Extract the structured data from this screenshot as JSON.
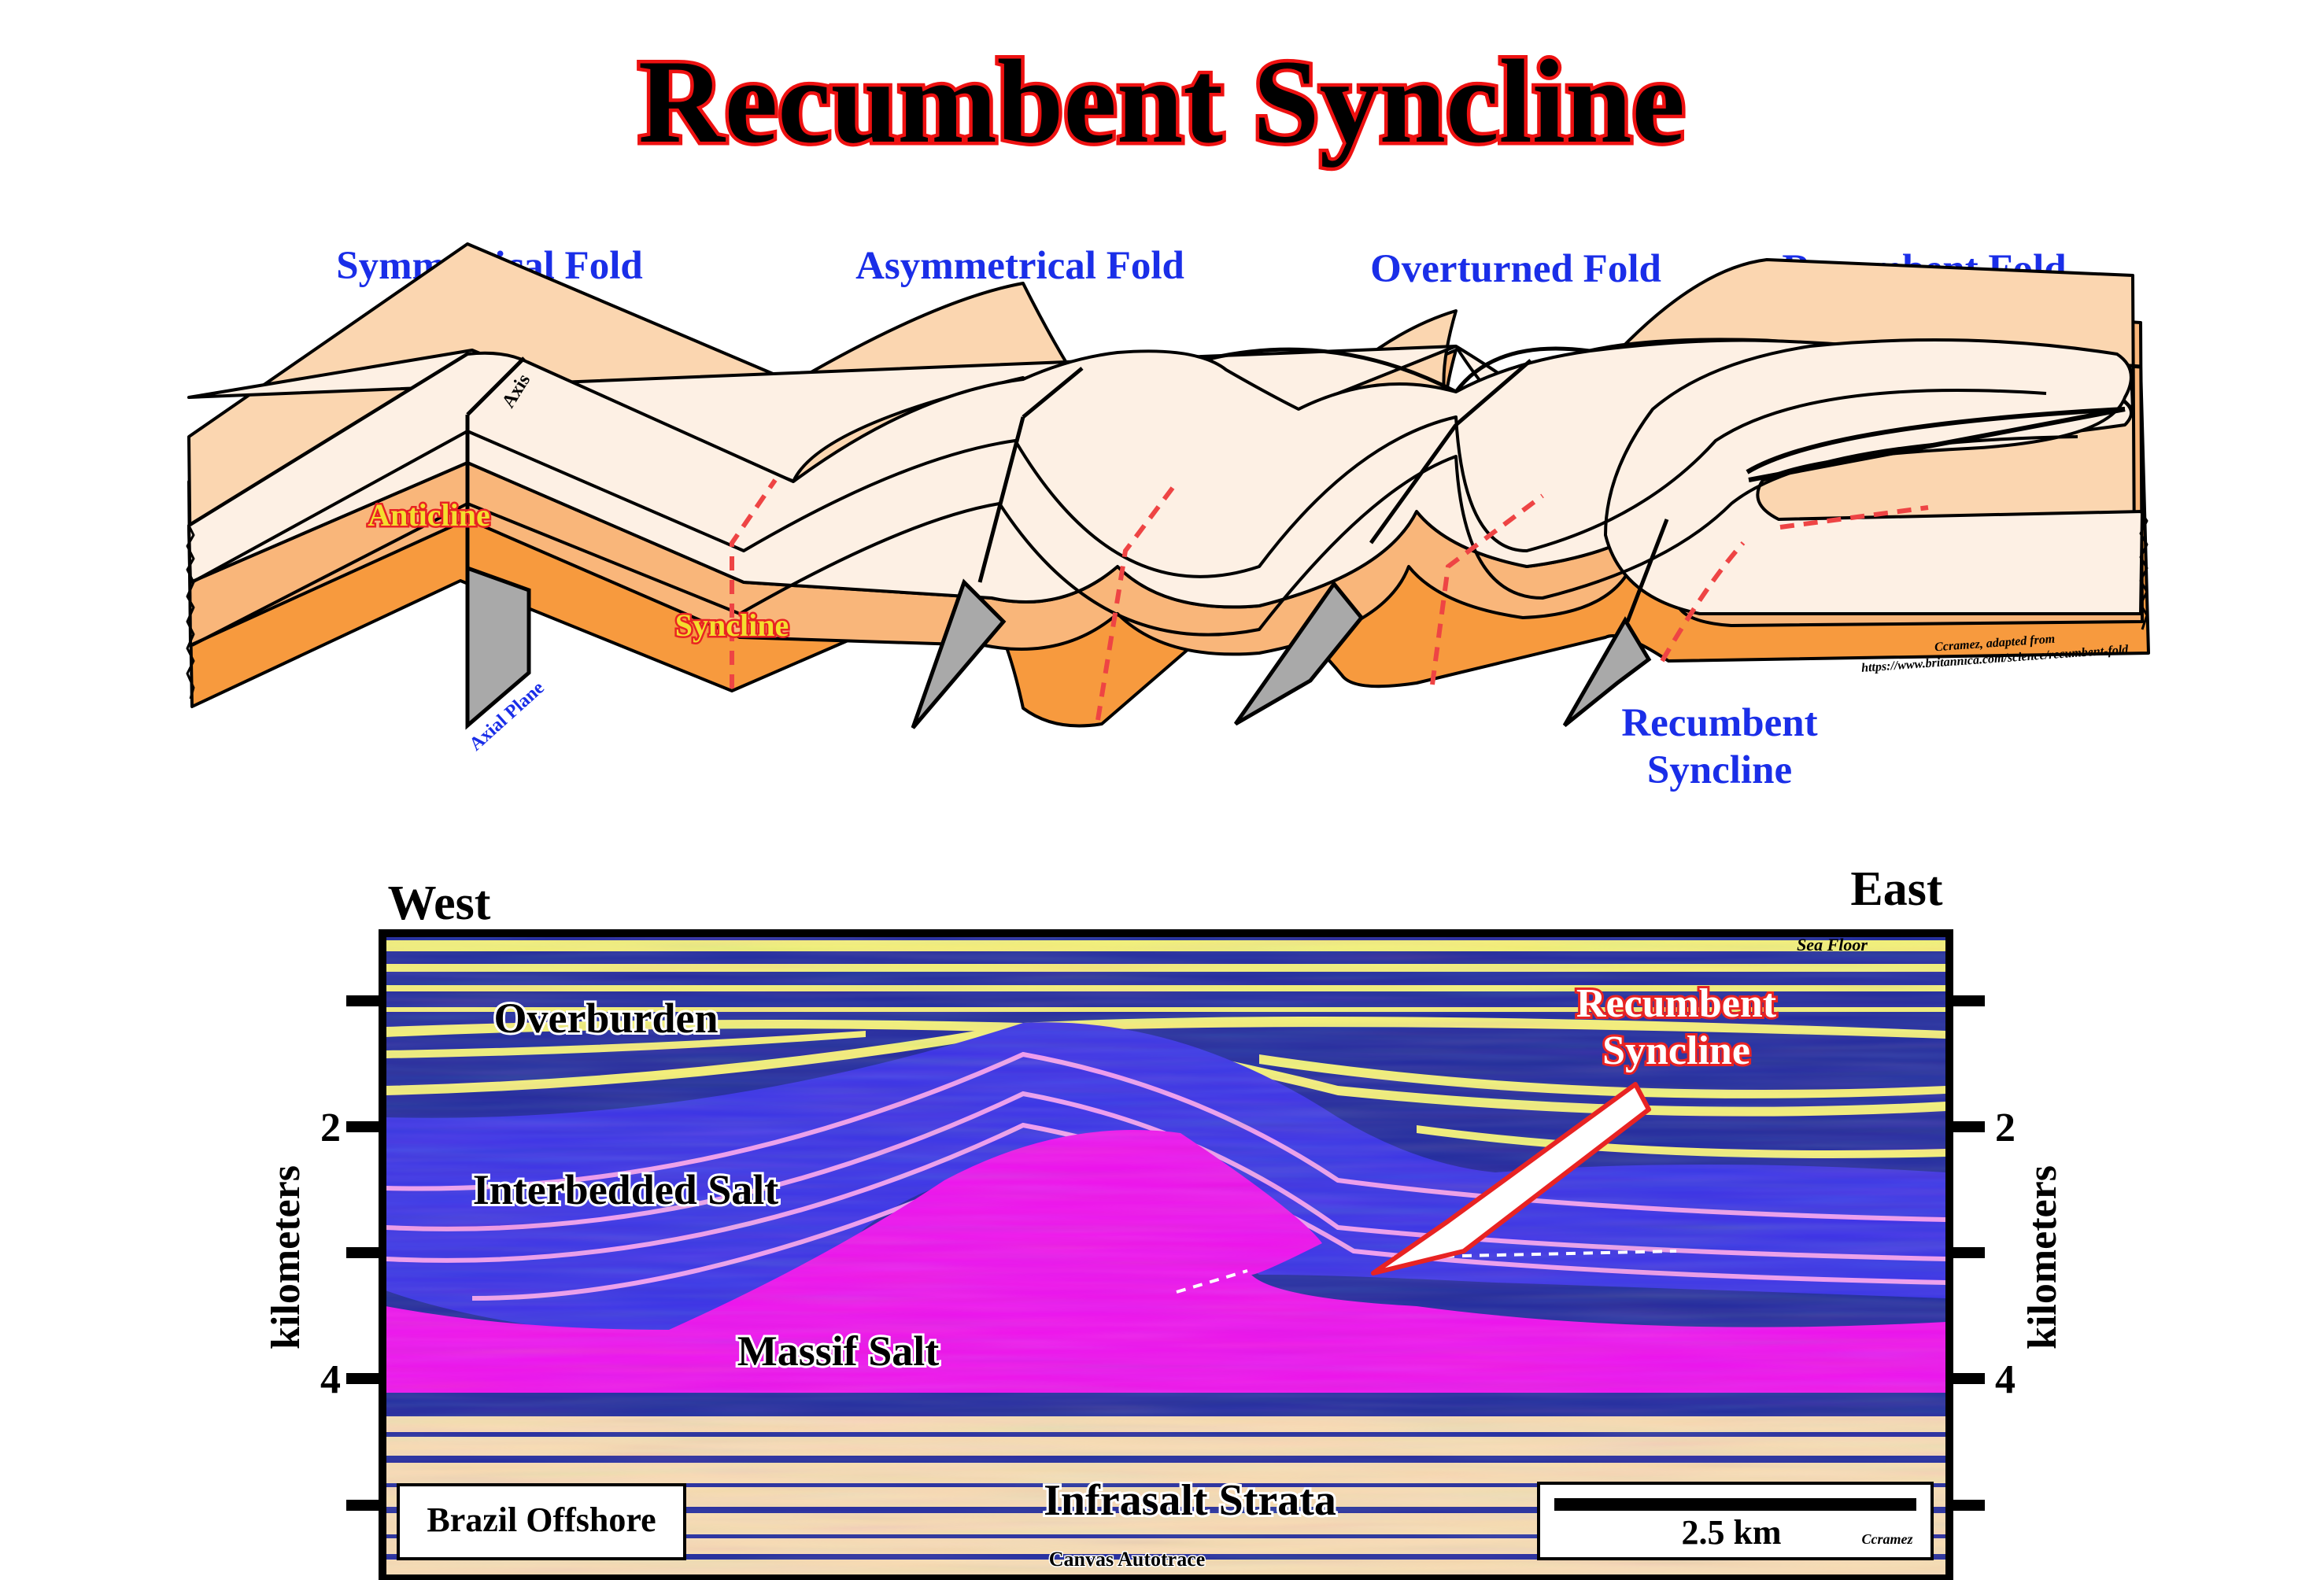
{
  "title": "Recumbent Syncline",
  "fold_types": {
    "symmetrical": "Symmetrical Fold",
    "asymmetrical": "Asymmetrical Fold",
    "overturned": "Overturned Fold",
    "recumbent": "Recumbent Fold"
  },
  "fold_labels": {
    "anticline": "Anticline",
    "syncline": "Syncline",
    "axis": "Axis",
    "axial_plane": "Axial Plane",
    "recumbent_syncline_line1": "Recumbent",
    "recumbent_syncline_line2": "Syncline"
  },
  "credit": {
    "line1": "Ccramez, adapted from",
    "line2": "https://www.britannica.com/science/recumbent-fold"
  },
  "seismic": {
    "west": "West",
    "east": "East",
    "sea_floor": "Sea Floor",
    "overburden": "Overburden",
    "interbedded_salt": "Interbedded Salt",
    "massif_salt": "Massif Salt",
    "infrasalt_strata": "Infrasalt Strata",
    "recumbent_line1": "Recumbent",
    "recumbent_line2": "Syncline",
    "axis_title": "kilometers",
    "tick_2": "2",
    "tick_4": "4",
    "location": "Brazil Offshore",
    "scale": "2.5 km",
    "author": "Ccramez",
    "software": "Canvas Autotrace"
  },
  "colors": {
    "title_fill": "#000000",
    "title_outline": "#ee1111",
    "blue_label": "#1a2ee8",
    "fold_layer1": "#fdf0e4",
    "fold_layer2": "#fbd6b0",
    "fold_layer3": "#f9b67a",
    "fold_layer4": "#f79a3e",
    "axial_plane": "#a9a9a9",
    "dashed_axis": "#ee4444",
    "seismic_yellow": "#f4f07a",
    "seismic_navy": "#222a9e",
    "seismic_blue": "#3a33e6",
    "seismic_pink": "#f09ef0",
    "seismic_magenta": "#ee11ee",
    "seismic_peach": "#f8dcb4"
  }
}
